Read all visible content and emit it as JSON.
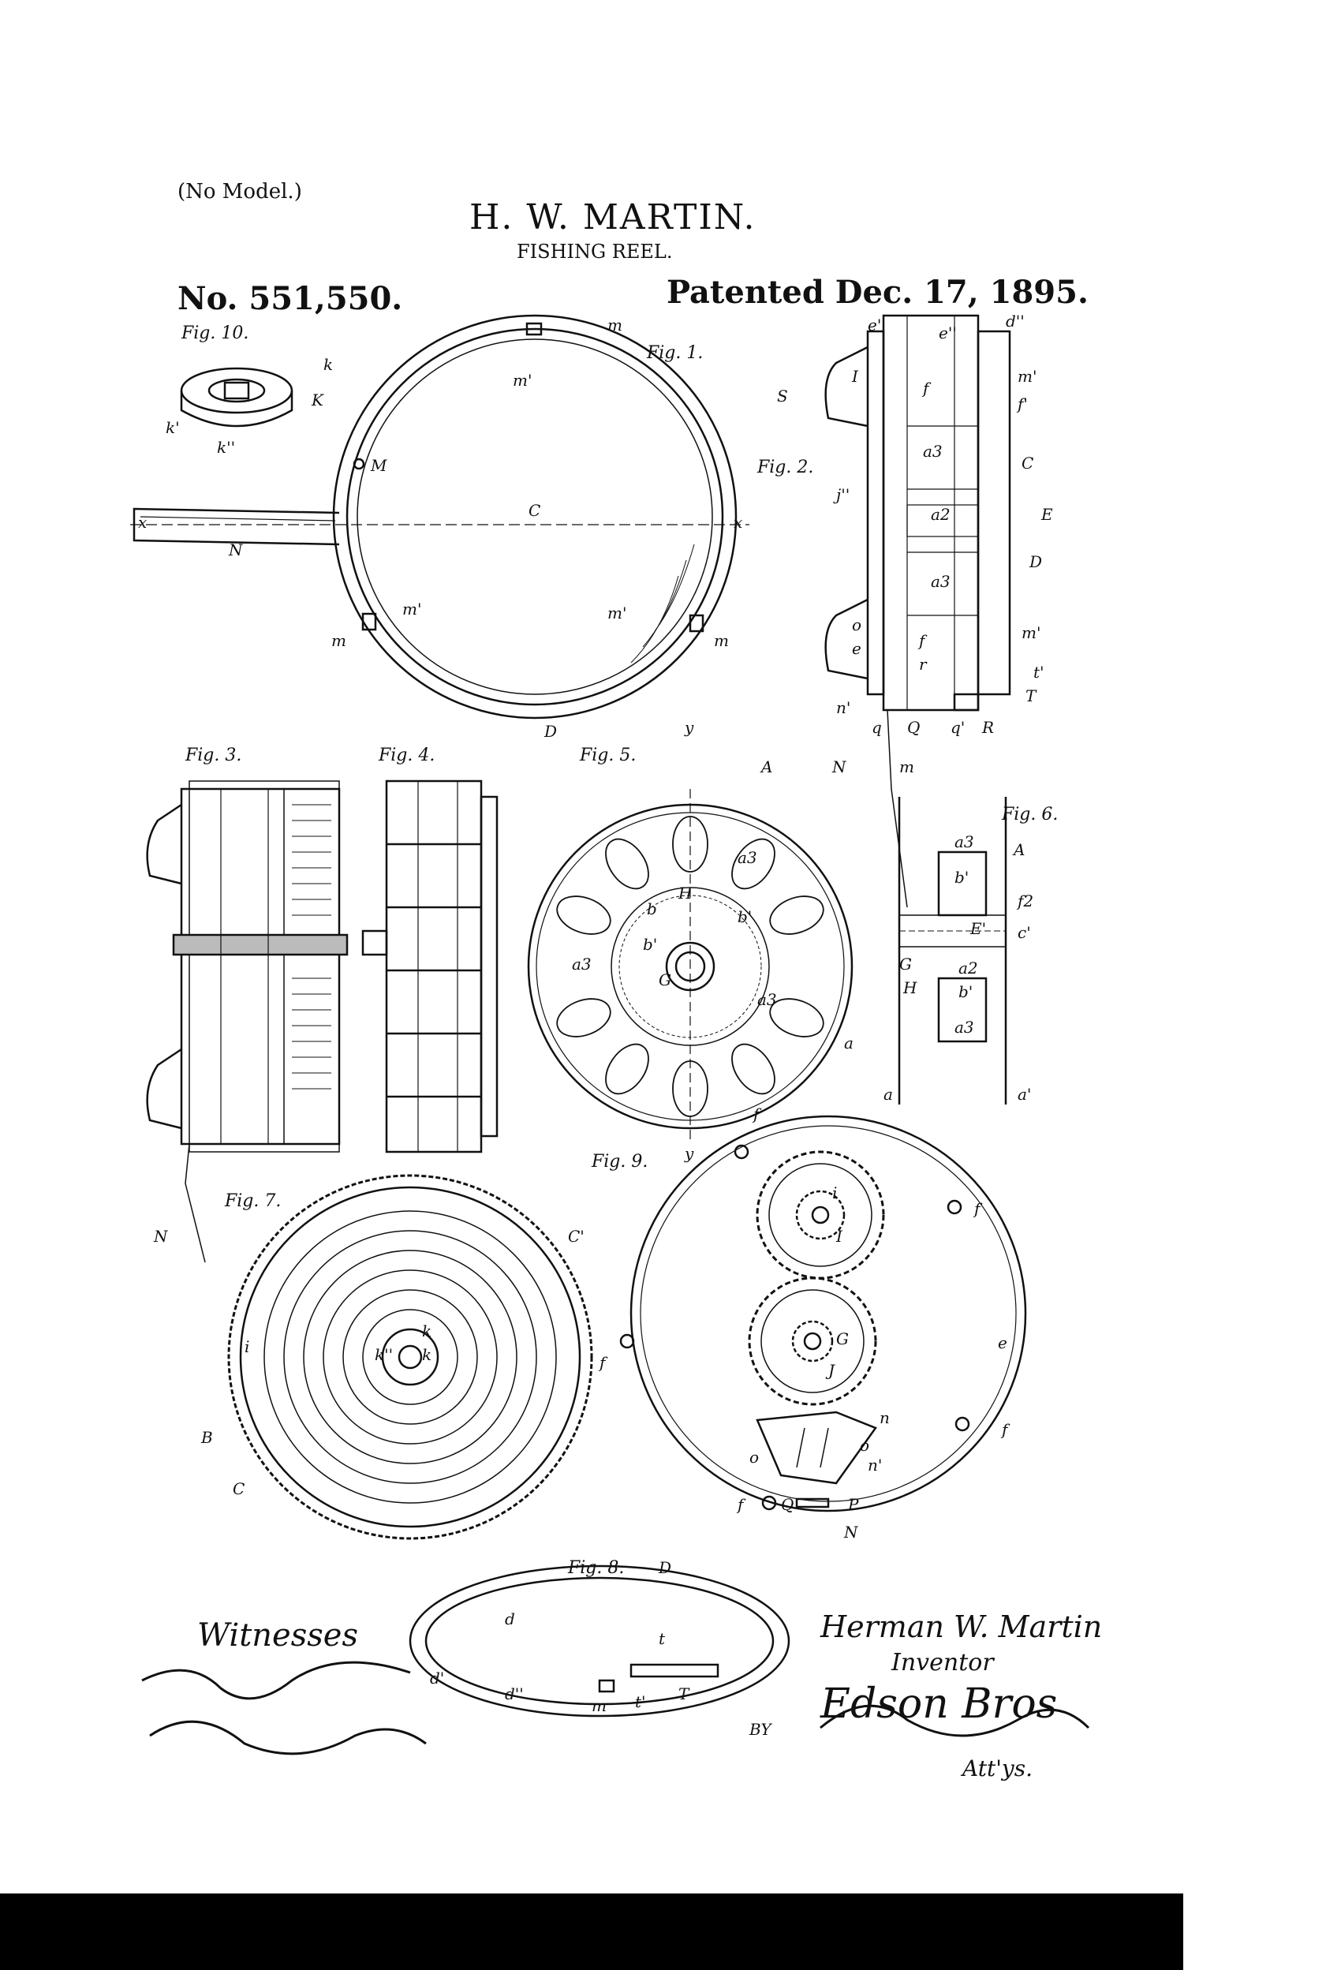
{
  "header": {
    "no_model": "(No Model.)",
    "inventor_name": "H. W. MARTIN.",
    "title": "FISHING REEL.",
    "patent_number": "No. 551,550.",
    "patent_date": "Patented Dec. 17, 1895."
  },
  "figures": {
    "fig1": "Fig. 1.",
    "fig2": "Fig. 2.",
    "fig3": "Fig. 3.",
    "fig4": "Fig. 4.",
    "fig5": "Fig. 5.",
    "fig6": "Fig. 6.",
    "fig7": "Fig. 7.",
    "fig8": "Fig. 8.",
    "fig9": "Fig. 9.",
    "fig10": "Fig. 10."
  },
  "refs": {
    "fig1": [
      "m",
      "m'",
      "M",
      "C",
      "x",
      "x",
      "N",
      "m'",
      "m",
      "m'",
      "m",
      "D"
    ],
    "fig2": [
      "e''",
      "e''",
      "d''",
      "m'",
      "S",
      "I",
      "f",
      "f'",
      "a3",
      "C",
      "j''",
      "a2",
      "E",
      "D",
      "a3",
      "m'",
      "o",
      "e",
      "f",
      "r",
      "t'",
      "T",
      "n'",
      "q",
      "Q",
      "q'",
      "R",
      "N",
      "m"
    ],
    "fig5": [
      "y",
      "A",
      "a3",
      "H",
      "b",
      "b'",
      "b'",
      "a3",
      "G",
      "a3",
      "a",
      "y"
    ],
    "fig6": [
      "a3",
      "A",
      "b'",
      "f2",
      "E'",
      "c'",
      "G",
      "a2",
      "H",
      "b'",
      "a3",
      "a",
      "a'"
    ],
    "fig9": [
      "f",
      "i",
      "I",
      "f",
      "G",
      "e",
      "f",
      "J",
      "n",
      "o",
      "o",
      "n'",
      "f",
      "f",
      "Q",
      "P",
      "N"
    ],
    "fig7": [
      "C'",
      "N",
      "k",
      "k",
      "k''",
      "i",
      "B",
      "C"
    ],
    "fig8": [
      "D",
      "d",
      "t",
      "d'",
      "d''",
      "m",
      "t'",
      "T"
    ],
    "fig10": [
      "k",
      "K",
      "k'",
      "k''"
    ]
  },
  "signatures": {
    "witnesses_label": "Witnesses",
    "inventor_signature": "Herman W. Martin",
    "inventor_label": "Inventor",
    "by_label": "BY",
    "attorney_signature": "Edson Bros",
    "attorney_label": "Att'ys."
  }
}
